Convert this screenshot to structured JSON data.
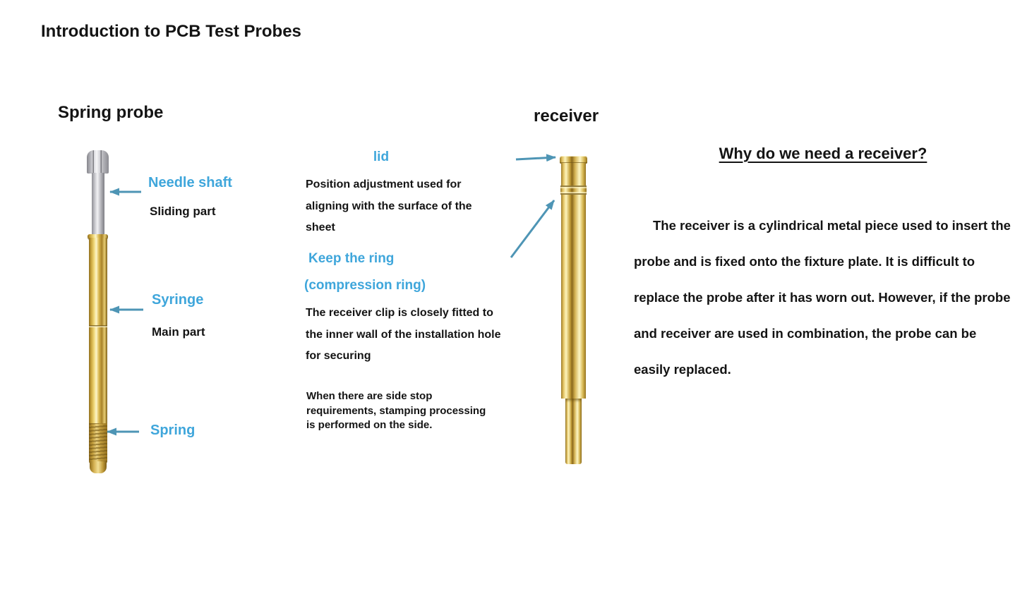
{
  "title": "Introduction to PCB Test Probes",
  "spring_probe": {
    "heading": "Spring probe",
    "needle_shaft_label": "Needle shaft",
    "needle_shaft_sub": "Sliding part",
    "syringe_label": "Syringe",
    "syringe_sub": "Main part",
    "spring_label": "Spring"
  },
  "middle": {
    "lid_heading": "lid",
    "lid_description": "Position adjustment used for aligning with the surface of the sheet",
    "ring_heading_line1": "Keep the ring",
    "ring_heading_line2": "(compression ring)",
    "ring_description": "The receiver clip is closely fitted to the inner wall of the installation hole for securing",
    "side_note": "When there are side stop requirements, stamping processing is performed on the side."
  },
  "receiver": {
    "heading": "receiver"
  },
  "right_panel": {
    "heading": "Why do we need a receiver?",
    "paragraph": "The receiver is a cylindrical metal piece used to insert the probe and is fixed onto the fixture plate. It is difficult to replace the probe after it has worn out. However, if the probe and receiver are used in combination, the probe can be easily replaced."
  },
  "colors": {
    "accent_blue": "#3FA6DB",
    "arrow_blue": "#4E95B5",
    "text_black": "#141414",
    "probe_gold": "#C9A43C",
    "probe_silver": "#C9C9CE"
  }
}
